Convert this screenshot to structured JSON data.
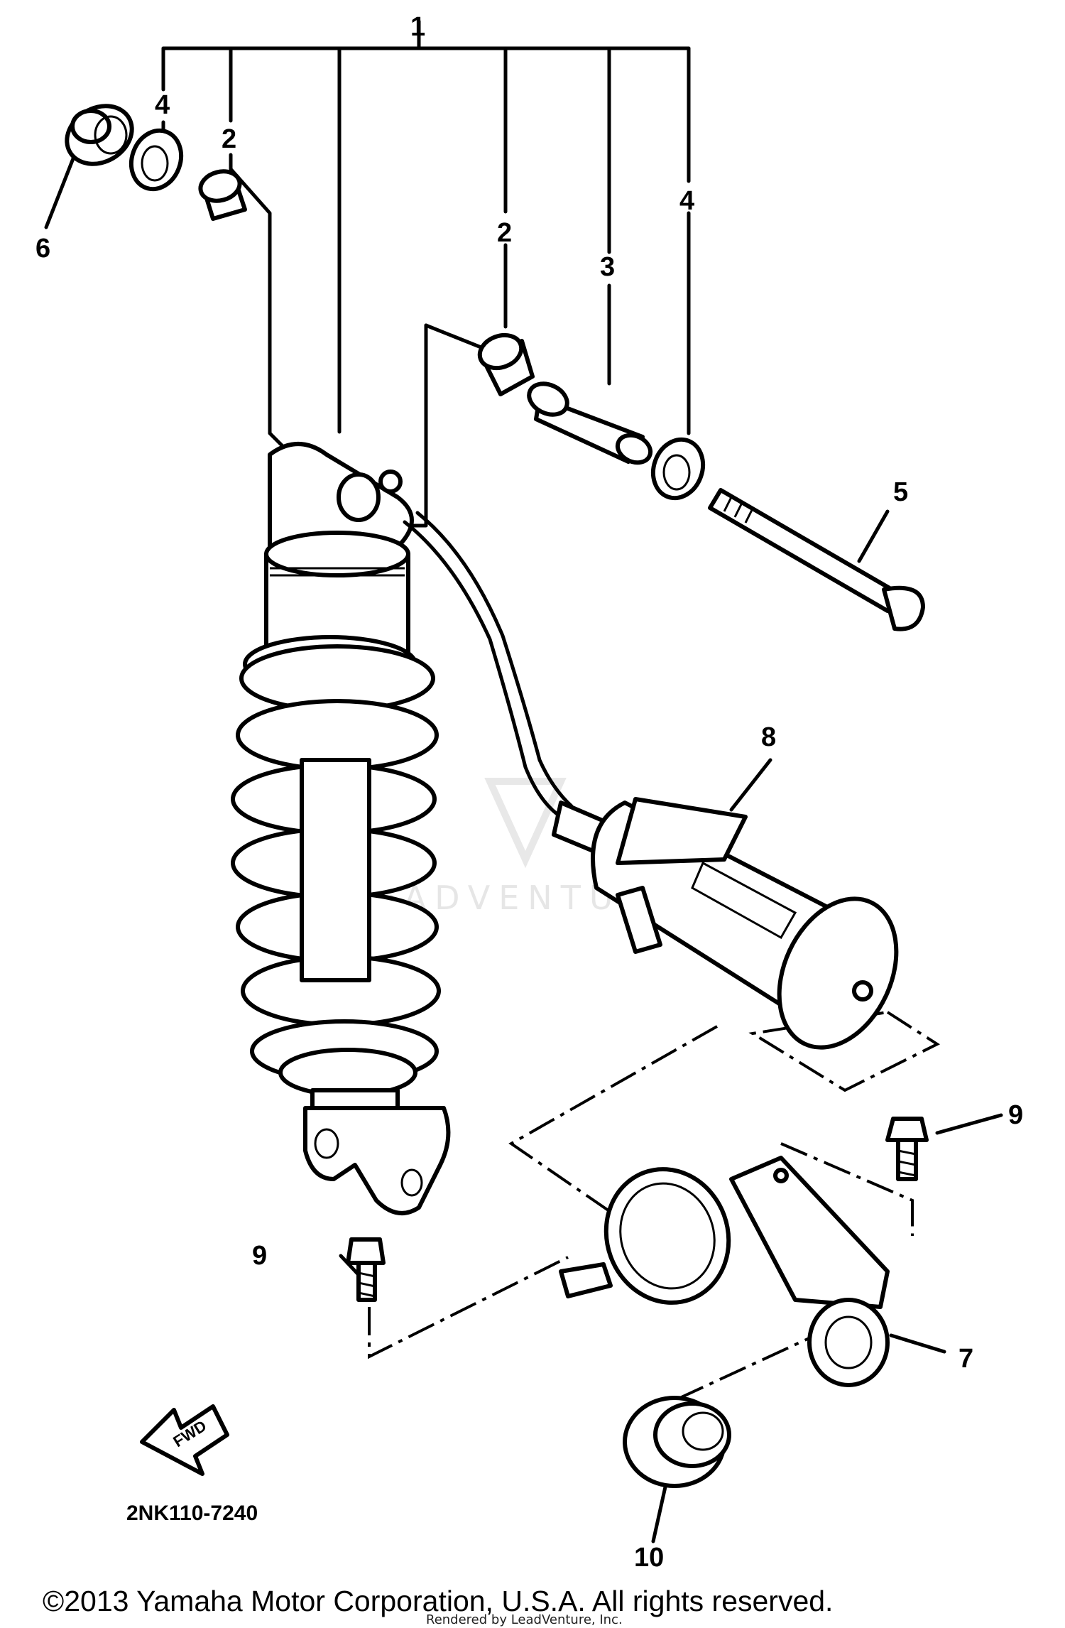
{
  "callouts": {
    "c1": "1",
    "c2a": "2",
    "c2b": "2",
    "c3": "3",
    "c4a": "4",
    "c4b": "4",
    "c5": "5",
    "c6": "6",
    "c7": "7",
    "c8": "8",
    "c9a": "9",
    "c9b": "9",
    "c10": "10"
  },
  "fwd_label": "FWD",
  "diagram_code": "2NK110-7240",
  "watermark": "LEADVENTURE",
  "copyright": "©2013 Yamaha Motor Corporation, U.S.A. All rights reserved.",
  "rendered_by": "Rendered by LeadVenture, Inc."
}
